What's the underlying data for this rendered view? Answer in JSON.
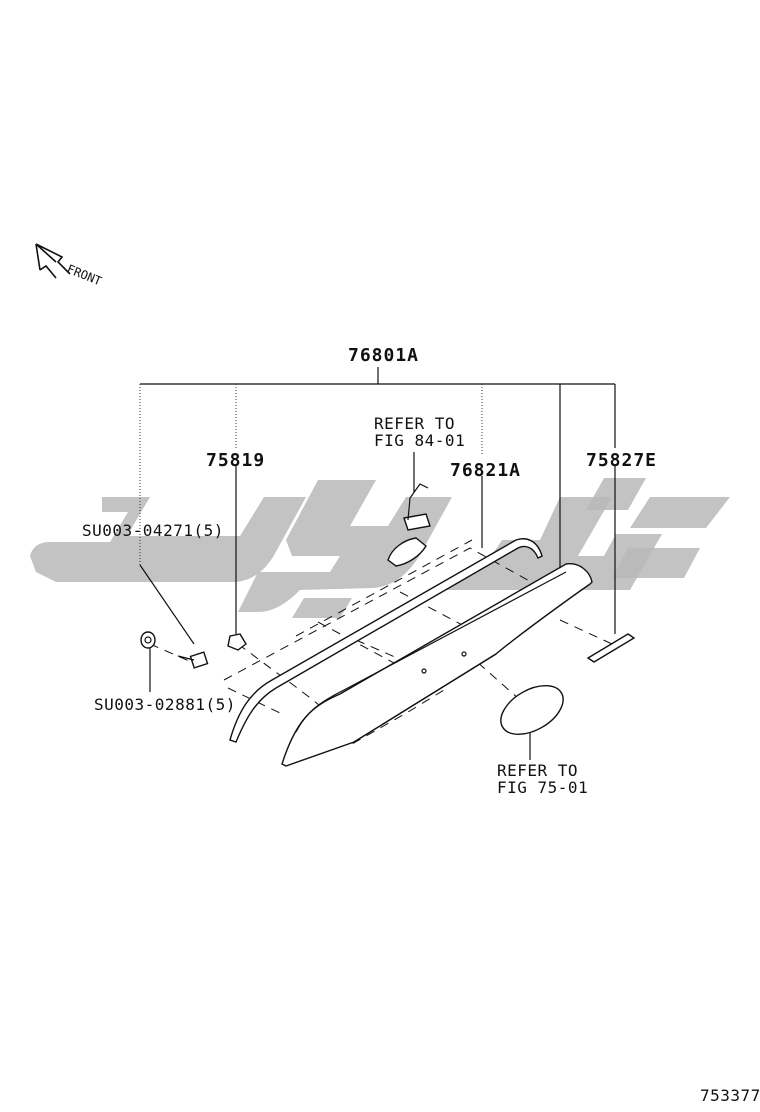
{
  "diagram": {
    "front_label": "FRONT",
    "labels": {
      "assembly": "76801A",
      "clip": "75819",
      "moulding_inner": "76821A",
      "seal": "75827E",
      "screw": "SU003-04271(5)",
      "nut": "SU003-02881(5)",
      "refer_top_line1": "REFER TO",
      "refer_top_line2": "FIG 84-01",
      "refer_bottom_line1": "REFER TO",
      "refer_bottom_line2": "FIG 75-01"
    },
    "figure_id": "753377",
    "watermark_color": "#b9b9b9",
    "line_color": "#111111"
  }
}
